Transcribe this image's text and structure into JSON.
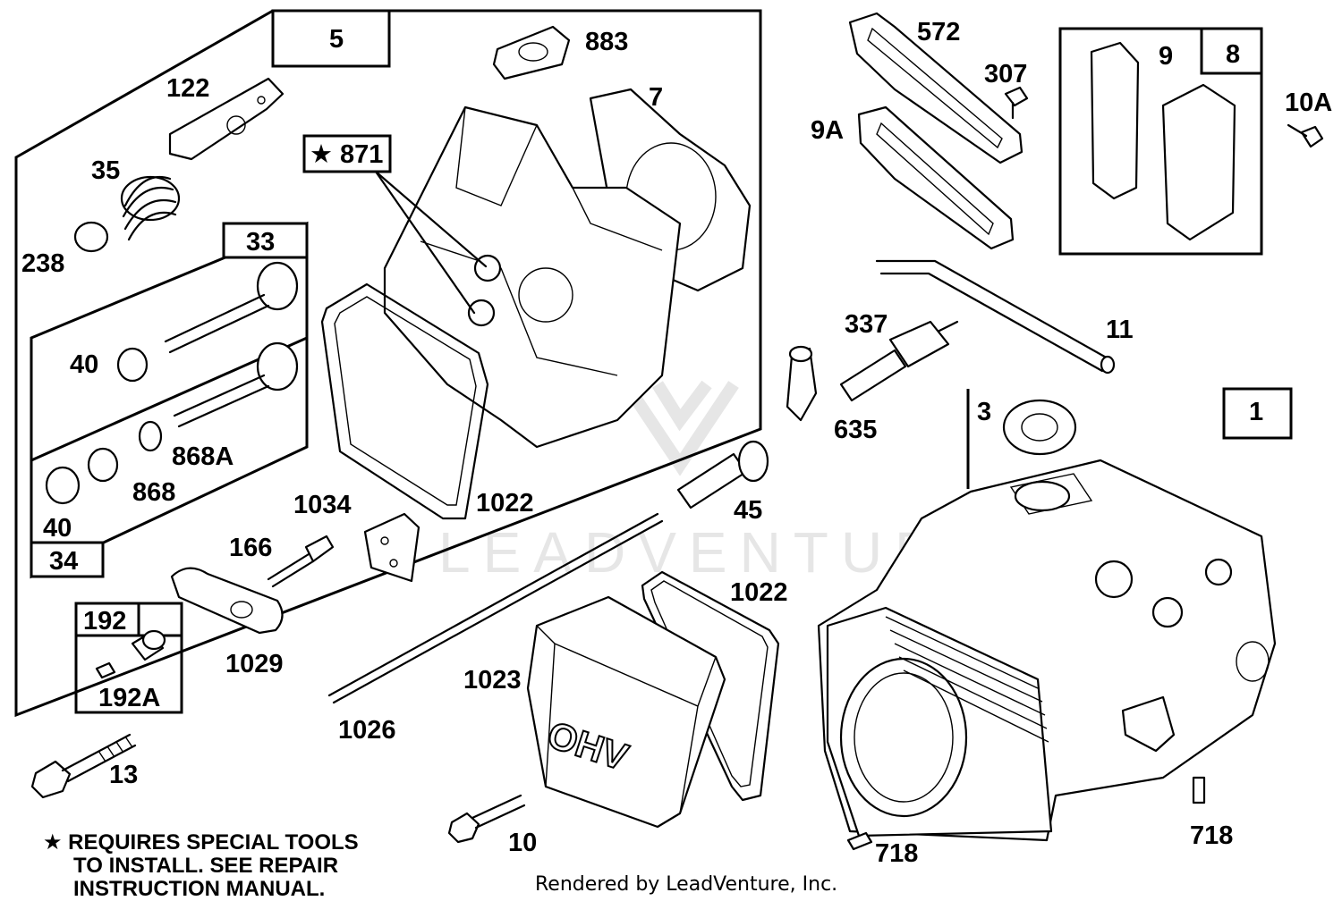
{
  "callouts": {
    "c5": "5",
    "c122": "122",
    "c35": "35",
    "c238": "238",
    "c33": "33",
    "c40a": "40",
    "c40b": "40",
    "c868a": "868A",
    "c868": "868",
    "c34": "34",
    "c883": "883",
    "c7": "7",
    "c871": "★ 871",
    "c1022a": "1022",
    "c1034": "1034",
    "c166": "166",
    "c1029": "1029",
    "c192": "192",
    "c192a": "192A",
    "c13": "13",
    "c10": "10",
    "c1026": "1026",
    "c1023": "1023",
    "c1022b": "1022",
    "c45": "45",
    "c572": "572",
    "c307": "307",
    "c9a": "9A",
    "c9": "9",
    "c8": "8",
    "c10a": "10A",
    "c11": "11",
    "c337": "337",
    "c635": "635",
    "c3": "3",
    "c1": "1",
    "c718a": "718",
    "c718b": "718"
  },
  "cover_text": "OHV",
  "footnote": {
    "line1": "★ REQUIRES SPECIAL TOOLS",
    "line2": "TO INSTALL.  SEE REPAIR",
    "line3": "INSTRUCTION MANUAL."
  },
  "watermark": "LEADVENTURE",
  "credit": "Rendered by LeadVenture, Inc."
}
